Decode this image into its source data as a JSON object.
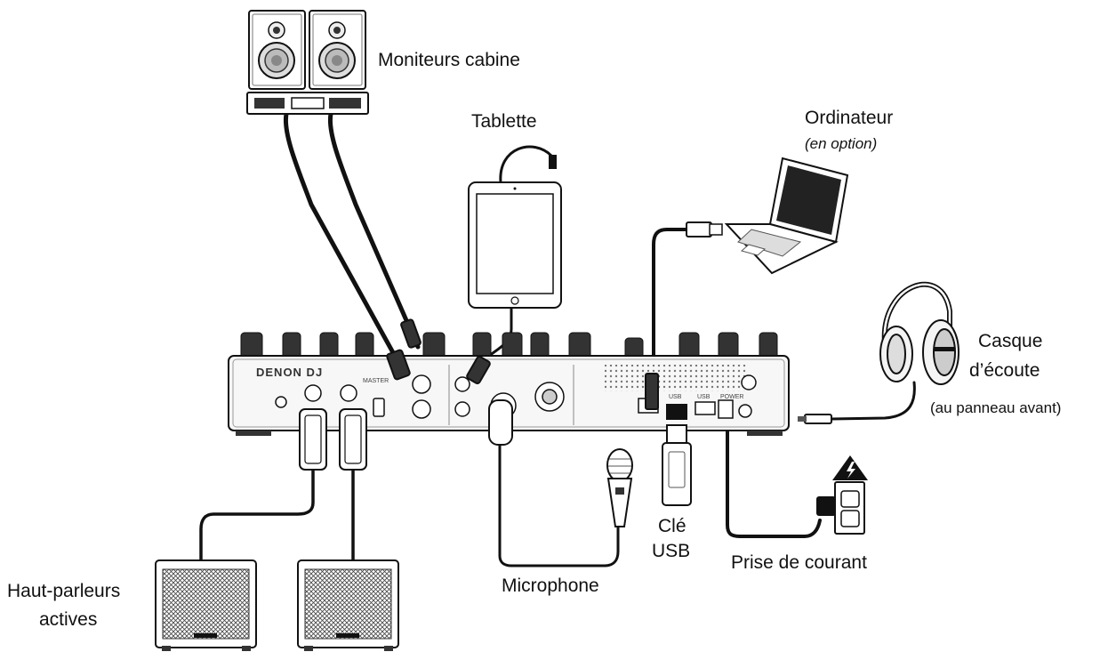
{
  "labels": {
    "monitors": "Moniteurs cabine",
    "tablet": "Tablette",
    "computer": "Ordinateur",
    "computer_note": "(en option)",
    "headphones_line1": "Casque",
    "headphones_line2": "d’écoute",
    "headphones_note": "(au panneau avant)",
    "speakers_line1": "Haut-parleurs",
    "speakers_line2": "actives",
    "microphone": "Microphone",
    "usb_line1": "Clé",
    "usb_line2": "USB",
    "power": "Prise de courant"
  },
  "device": {
    "brand": "DENON DJ",
    "panel_master": "MASTER",
    "panel_usb1": "USB",
    "panel_usb2": "USB",
    "panel_power": "POWER"
  },
  "icons": {
    "warning": "high-voltage-warning-icon"
  }
}
